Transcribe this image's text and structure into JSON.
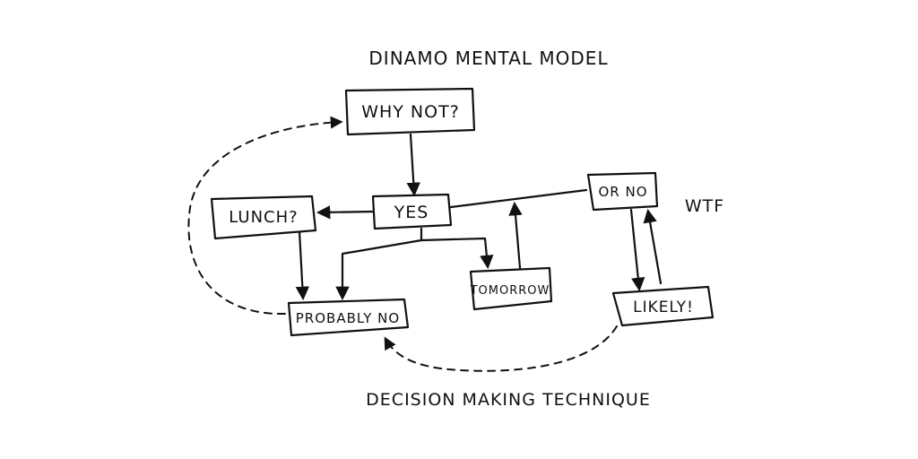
{
  "diagram": {
    "title": "DINAMO MENTAL MODEL",
    "subtitle": "DECISION MAKING TECHNIQUE",
    "nodes": {
      "why_not": "WHY NOT?",
      "yes": "YES",
      "lunch": "LUNCH?",
      "or_no": "OR NO",
      "tomorrow": "TOMORROW",
      "probably_no": "PROBABLY NO",
      "likely": "LIKELY!"
    },
    "free_labels": {
      "wtf": "WTF"
    },
    "edges": [
      {
        "from": "why_not",
        "to": "yes",
        "style": "solid"
      },
      {
        "from": "yes",
        "to": "lunch",
        "style": "solid"
      },
      {
        "from": "yes",
        "to": "or_no",
        "style": "solid"
      },
      {
        "from": "yes",
        "to": "tomorrow",
        "style": "solid"
      },
      {
        "from": "yes",
        "to": "probably_no",
        "style": "solid"
      },
      {
        "from": "tomorrow",
        "to": "yes",
        "style": "solid"
      },
      {
        "from": "lunch",
        "to": "probably_no",
        "style": "solid"
      },
      {
        "from": "or_no",
        "to": "likely",
        "style": "solid"
      },
      {
        "from": "likely",
        "to": "or_no",
        "style": "solid"
      },
      {
        "from": "probably_no",
        "to": "why_not",
        "style": "dashed"
      },
      {
        "from": "likely",
        "to": "probably_no",
        "style": "dashed"
      }
    ],
    "ink_color": "#111111",
    "background_color": "#ffffff"
  }
}
